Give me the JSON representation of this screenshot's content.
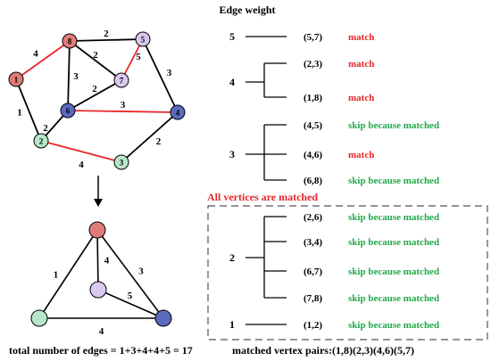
{
  "title": "Edge weight",
  "top_graph": {
    "nodes": [
      {
        "id": "1",
        "label": "1",
        "color": "#e07b7b"
      },
      {
        "id": "8",
        "label": "8",
        "color": "#e07b7b"
      },
      {
        "id": "5",
        "label": "5",
        "color": "#d9c9ef"
      },
      {
        "id": "7",
        "label": "7",
        "color": "#d9c9ef"
      },
      {
        "id": "6",
        "label": "6",
        "color": "#5a6bbf"
      },
      {
        "id": "4",
        "label": "4",
        "color": "#5a6bbf"
      },
      {
        "id": "2",
        "label": "2",
        "color": "#b8e6c8"
      },
      {
        "id": "3",
        "label": "3",
        "color": "#b8e6c8"
      }
    ],
    "edges": [
      {
        "u": "1",
        "v": "8",
        "weight": "4",
        "matched": true
      },
      {
        "u": "8",
        "v": "5",
        "weight": "2",
        "matched": false
      },
      {
        "u": "8",
        "v": "7",
        "weight": "2",
        "matched": false
      },
      {
        "u": "8",
        "v": "6",
        "weight": "3",
        "matched": false
      },
      {
        "u": "5",
        "v": "7",
        "weight": "5",
        "matched": true
      },
      {
        "u": "5",
        "v": "4",
        "weight": "3",
        "matched": false
      },
      {
        "u": "6",
        "v": "7",
        "weight": "2",
        "matched": false
      },
      {
        "u": "6",
        "v": "4",
        "weight": "3",
        "matched": true
      },
      {
        "u": "1",
        "v": "2",
        "weight": "1",
        "matched": false
      },
      {
        "u": "6",
        "v": "2",
        "weight": "2",
        "matched": false
      },
      {
        "u": "2",
        "v": "3",
        "weight": "4",
        "matched": true
      },
      {
        "u": "3",
        "v": "4",
        "weight": "2",
        "matched": false
      }
    ]
  },
  "bottom_graph": {
    "nodes": [
      {
        "id": "top",
        "color": "#e07b7b"
      },
      {
        "id": "mid",
        "color": "#d9c9ef"
      },
      {
        "id": "left",
        "color": "#b8e6c8"
      },
      {
        "id": "right",
        "color": "#5a6bbf"
      }
    ],
    "edges": [
      {
        "u": "top",
        "v": "left",
        "weight": "1"
      },
      {
        "u": "top",
        "v": "mid",
        "weight": "4"
      },
      {
        "u": "top",
        "v": "right",
        "weight": "3"
      },
      {
        "u": "mid",
        "v": "right",
        "weight": "5"
      },
      {
        "u": "left",
        "v": "right",
        "weight": "4"
      }
    ]
  },
  "groups": [
    {
      "weight": "5",
      "rows": [
        {
          "pair": "(5,7)",
          "status": "match"
        }
      ]
    },
    {
      "weight": "4",
      "rows": [
        {
          "pair": "(2,3)",
          "status": "match"
        },
        {
          "pair": "(1,8)",
          "status": "match"
        }
      ]
    },
    {
      "weight": "3",
      "rows": [
        {
          "pair": "(4,5)",
          "status": "skip because matched"
        },
        {
          "pair": "(4,6)",
          "status": "match"
        },
        {
          "pair": "(6,8)",
          "status": "skip because matched"
        }
      ]
    },
    {
      "weight": "2",
      "rows": [
        {
          "pair": "(2,6)",
          "status": "skip because matched"
        },
        {
          "pair": "(3,4)",
          "status": "skip because matched"
        },
        {
          "pair": "(6,7)",
          "status": "skip because matched"
        },
        {
          "pair": "(7,8)",
          "status": "skip because matched"
        }
      ]
    },
    {
      "weight": "1",
      "rows": [
        {
          "pair": "(1,2)",
          "status": "skip because matched"
        }
      ]
    }
  ],
  "all_matched_text": "All vertices are matched",
  "total_text": "total number of edges = 1+3+4+4+5 = 17",
  "pairs_text": "matched vertex pairs:(1,8)(2,3)(4,6)(5,7)",
  "colors": {
    "match": "#e8262a",
    "skip": "#22a84a",
    "matched_edge": "#e8262a",
    "edge": "#000000",
    "dash_box": "#555555"
  }
}
